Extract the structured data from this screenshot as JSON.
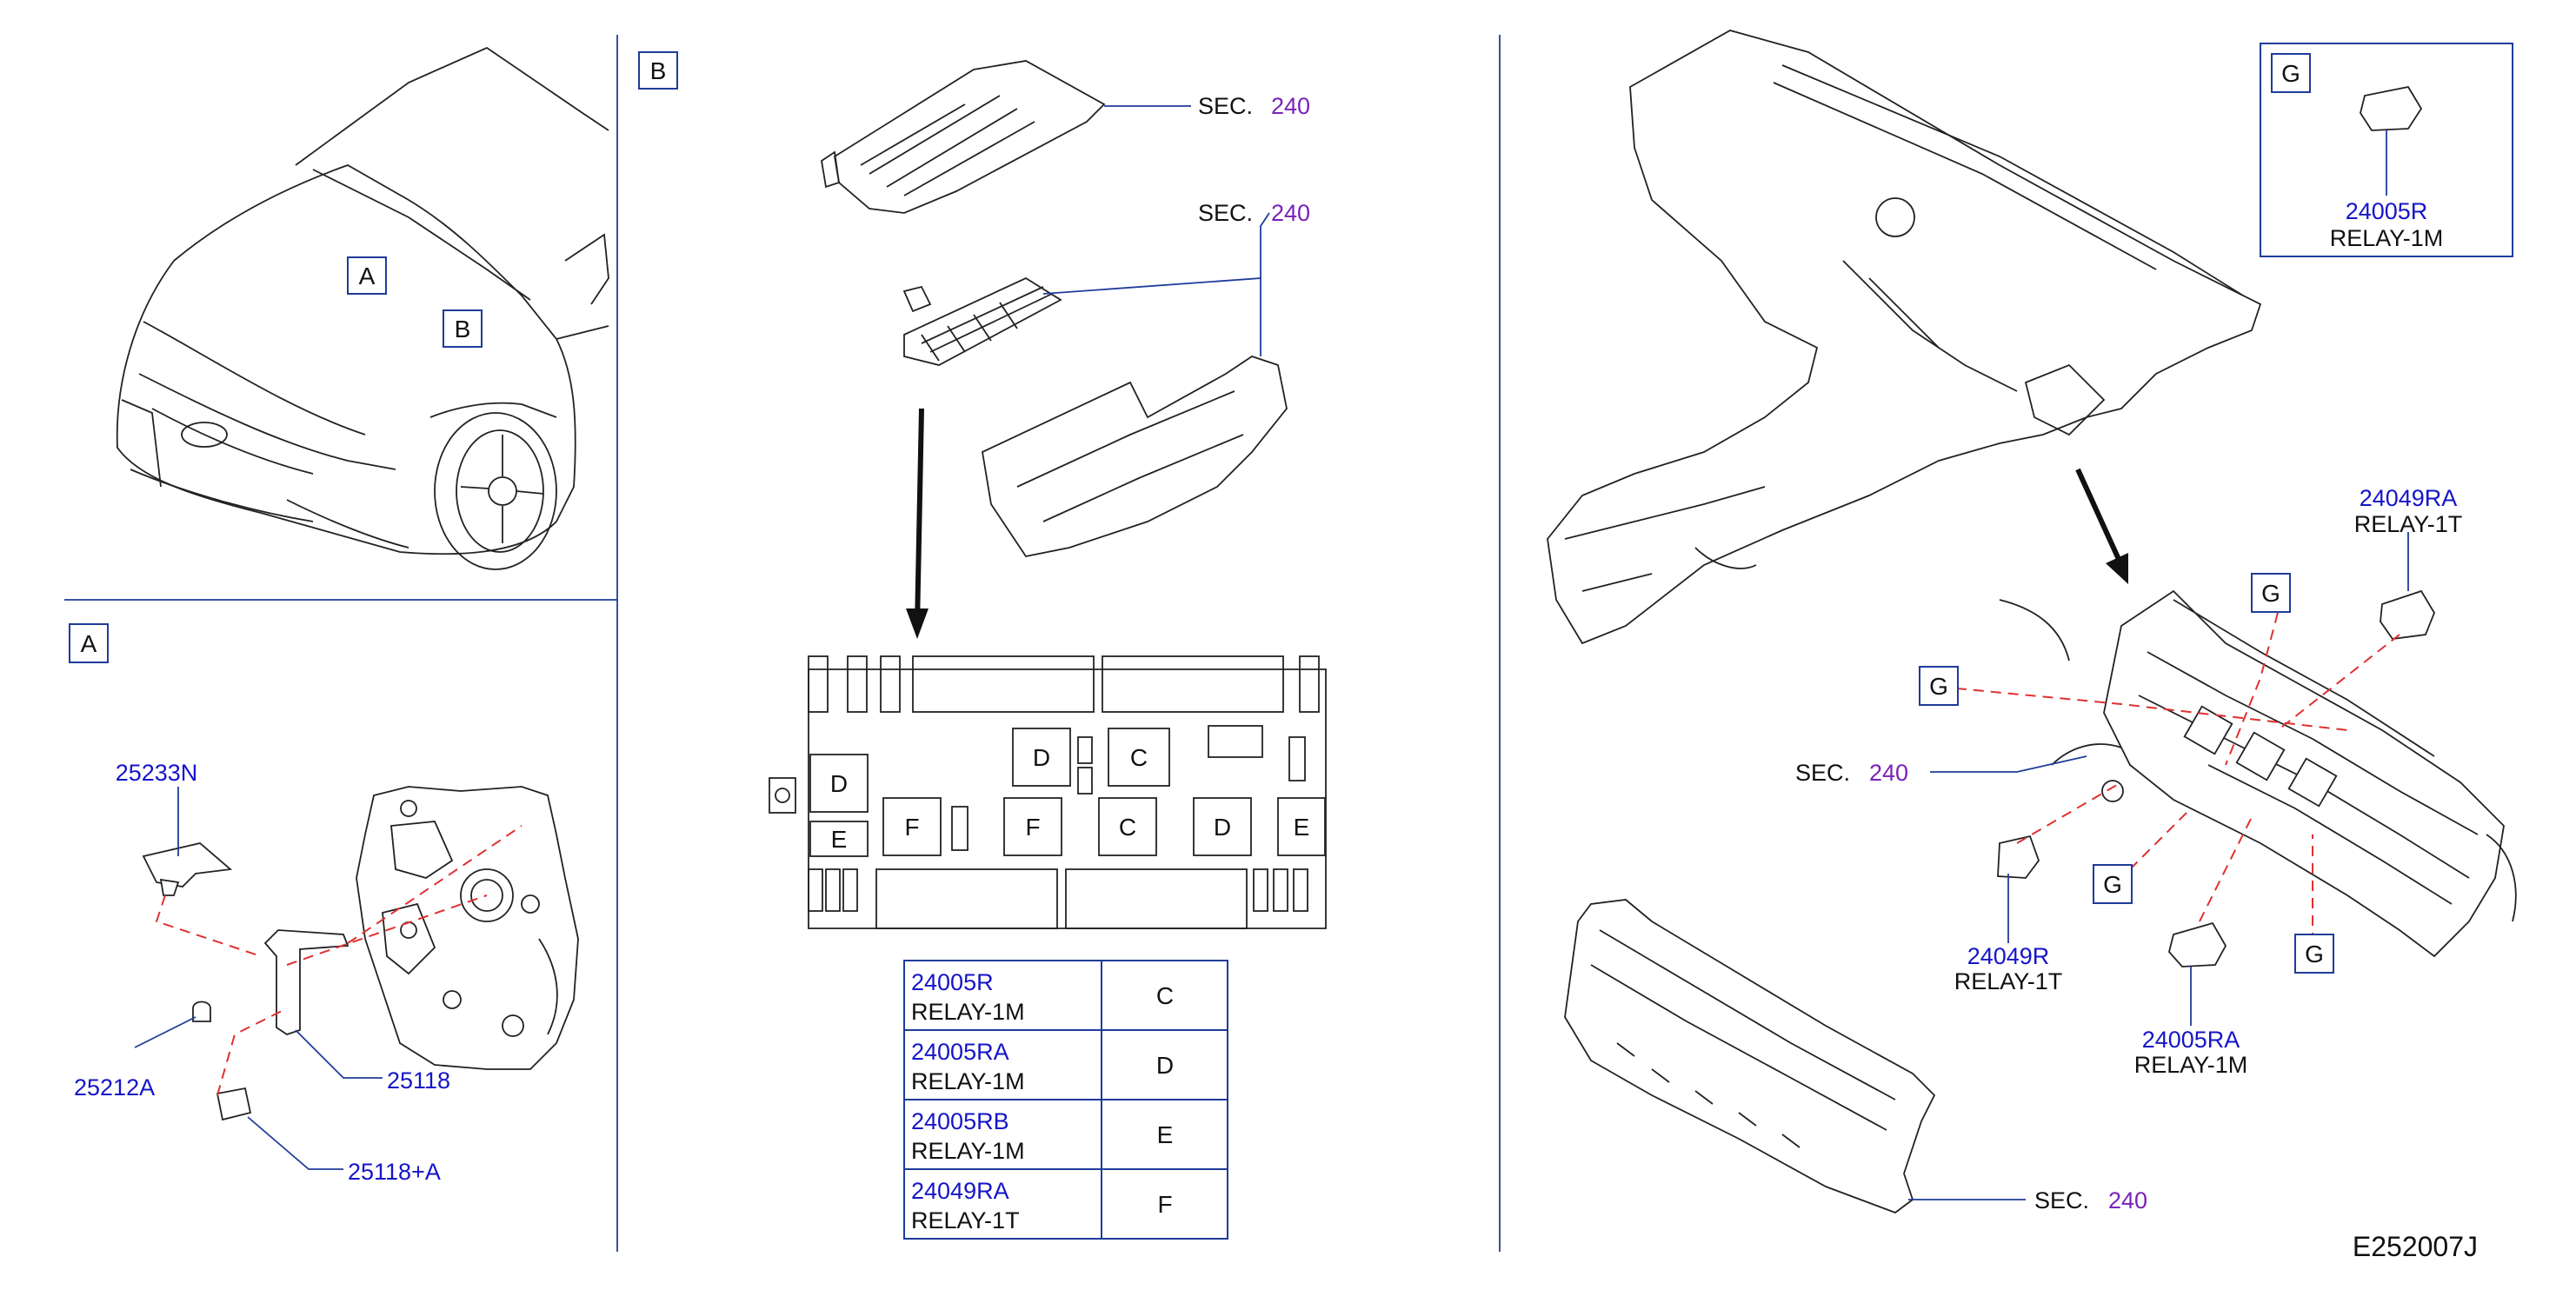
{
  "drawing_id": "E252007J",
  "section_labels": {
    "A": "A",
    "B": "B",
    "G": "G"
  },
  "sec_prefix": "SEC.",
  "sec_number": "240",
  "parts": {
    "p25233N": "25233N",
    "p25212A": "25212A",
    "p25118": "25118",
    "p25118A": "25118+A",
    "p24005R": "24005R",
    "p24005RA": "24005RA",
    "p24005RB": "24005RB",
    "p24049R": "24049R",
    "p24049RA": "24049RA"
  },
  "relay_names": {
    "m": "RELAY-1M",
    "t": "RELAY-1T"
  },
  "fuse_box_letters": [
    "D",
    "C",
    "D",
    "E",
    "F",
    "F",
    "C",
    "D",
    "E"
  ],
  "relay_table": [
    {
      "part": "24005R",
      "name": "RELAY-1M",
      "letter": "C"
    },
    {
      "part": "24005RA",
      "name": "RELAY-1M",
      "letter": "D"
    },
    {
      "part": "24005RB",
      "name": "RELAY-1M",
      "letter": "E"
    },
    {
      "part": "24049RA",
      "name": "RELAY-1T",
      "letter": "F"
    }
  ],
  "colors": {
    "part_number": "#1515c8",
    "sec_number": "#7a22b8",
    "frame": "#1f3c9a",
    "leader_dashed": "#e03030"
  }
}
